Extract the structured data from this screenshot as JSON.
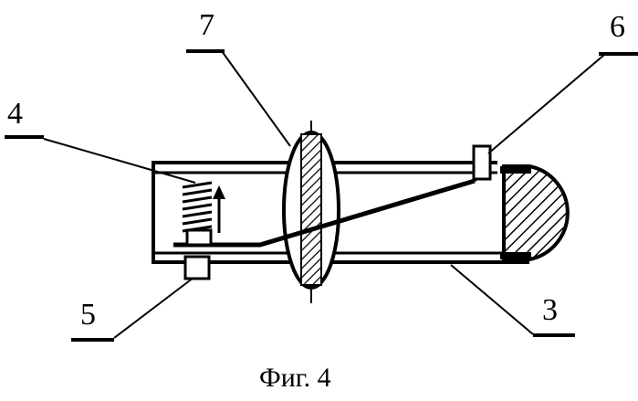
{
  "figure": {
    "caption": "Фиг. 4",
    "labels": {
      "l3": "3",
      "l4": "4",
      "l5": "5",
      "l6": "6",
      "l7": "7"
    }
  }
}
